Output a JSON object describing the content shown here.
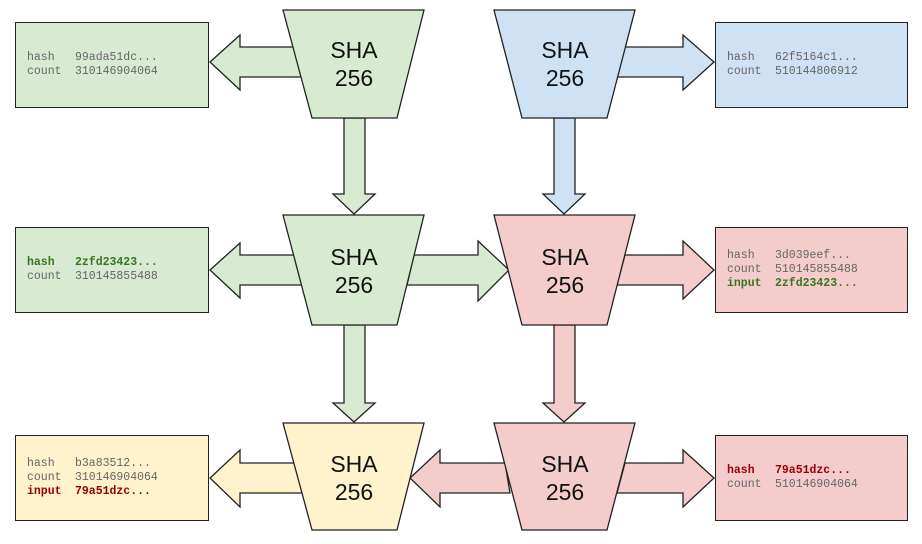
{
  "colors": {
    "green_fill": "#d9ead3",
    "blue_fill": "#cfe2f3",
    "pink_fill": "#f4cccc",
    "yellow_fill": "#fff2cc",
    "stroke": "#222222",
    "text_gray": "#666666",
    "text_green": "#38761d",
    "text_red": "#990000"
  },
  "hashers": [
    {
      "id": "top-left",
      "line1": "SHA",
      "line2": "256",
      "color": "green"
    },
    {
      "id": "top-right",
      "line1": "SHA",
      "line2": "256",
      "color": "blue"
    },
    {
      "id": "mid-left",
      "line1": "SHA",
      "line2": "256",
      "color": "green"
    },
    {
      "id": "mid-right",
      "line1": "SHA",
      "line2": "256",
      "color": "pink"
    },
    {
      "id": "bottom-left",
      "line1": "SHA",
      "line2": "256",
      "color": "yellow"
    },
    {
      "id": "bottom-right",
      "line1": "SHA",
      "line2": "256",
      "color": "pink"
    }
  ],
  "boxes": {
    "top_left": {
      "hash_label": "hash",
      "hash_value": "99ada51dc...",
      "count_label": "count",
      "count_value": "310146904064"
    },
    "top_right": {
      "hash_label": "hash",
      "hash_value": "62f5164c1...",
      "count_label": "count",
      "count_value": "510144806912"
    },
    "mid_left": {
      "hash_label": "hash",
      "hash_value": "2zfd23423...",
      "count_label": "count",
      "count_value": "310145855488"
    },
    "mid_right": {
      "hash_label": "hash",
      "hash_value": "3d039eef...",
      "count_label": "count",
      "count_value": "510145855488",
      "input_label": "input",
      "input_value": "2zfd23423..."
    },
    "bottom_left": {
      "hash_label": "hash",
      "hash_value": "b3a83512...",
      "count_label": "count",
      "count_value": "310146904064",
      "input_label": "input",
      "input_value": "79a51dzc..."
    },
    "bottom_right": {
      "hash_label": "hash",
      "hash_value": "79a51dzc...",
      "count_label": "count",
      "count_value": "510146904064"
    }
  }
}
